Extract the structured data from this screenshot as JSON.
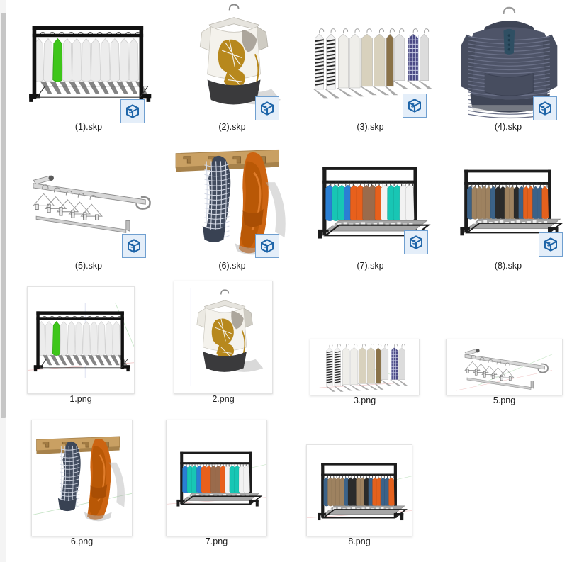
{
  "window": {
    "background": "#ffffff",
    "view_mode": "large-icons"
  },
  "scrollbar": {
    "orientation": "vertical",
    "position": "left",
    "track_color": "#f4f4f4",
    "thumb_color": "#c6c6c6"
  },
  "badge": {
    "name": "sketchup-file-type-badge",
    "fill": "#1d64a8",
    "bg": "#e4eef9",
    "border": "#6f9fd0"
  },
  "items": [
    {
      "label": "(1).skp",
      "type": "skp",
      "has_badge": true,
      "scene": "clothing-rack-white-garments-green-accent",
      "colors": {
        "frame": "#161616",
        "garment": "#e9e9e9",
        "accent": "#3ec61a",
        "shadow": "#6e6e6e"
      }
    },
    {
      "label": "(2).skp",
      "type": "skp",
      "has_badge": true,
      "scene": "hanging-tshirt-gold-leaf-print",
      "colors": {
        "fabric": "#f4f2ec",
        "print": "#b7881d",
        "hem": "#3a3a3c",
        "shadow": "#9b9b9b"
      }
    },
    {
      "label": "(3).skp",
      "type": "skp",
      "has_badge": true,
      "scene": "row-of-hanging-shirts-assorted",
      "colors": {
        "stripe": "#2b2b2b",
        "beige": "#cfc4ad",
        "plaid": "#4b4a86",
        "grey": "#d9d9d9"
      }
    },
    {
      "label": "(4).skp",
      "type": "skp",
      "has_badge": true,
      "scene": "navy-striped-hoodie-on-hanger",
      "colors": {
        "body": "#4e5468",
        "placket": "#2f4f63",
        "hanger": "#c9c9c9"
      }
    },
    {
      "label": "(5).skp",
      "type": "skp",
      "has_badge": true,
      "scene": "wall-rail-with-empty-clip-hangers",
      "colors": {
        "rail": "#c4c4c4",
        "hanger": "#e8e8e8",
        "outline": "#8b8b8b"
      }
    },
    {
      "label": "(6).skp",
      "type": "skp",
      "has_badge": true,
      "scene": "wall-hook-board-with-plaid-shirt-and-orange-coat",
      "colors": {
        "board": "#c9a063",
        "plaid": "#3d4759",
        "coat": "#cc6411",
        "shadow": "#b0b0b0"
      }
    },
    {
      "label": "(7).skp",
      "type": "skp",
      "has_badge": true,
      "scene": "garment-rack-colored-tshirts",
      "colors": {
        "frame": "#1c1c1c",
        "teal": "#18c6b4",
        "blue": "#2a7fd4",
        "orange": "#e8601c",
        "brown": "#9a6b4c",
        "white": "#f2f2f2"
      }
    },
    {
      "label": "(8).skp",
      "type": "skp",
      "has_badge": true,
      "scene": "garment-rack-jackets-brown-blue-orange",
      "colors": {
        "frame": "#1c1c1c",
        "brown": "#9e8260",
        "navy": "#3b6288",
        "orange": "#e4611d",
        "black": "#2b2b2b"
      }
    },
    {
      "label": "1.png",
      "type": "png",
      "has_badge": false,
      "scene": "clothing-rack-white-garments-green-accent",
      "colors": {
        "frame": "#161616",
        "garment": "#e9e9e9",
        "accent": "#3ec61a",
        "axis_red": "#e8a9a9",
        "axis_green": "#a9d8a9"
      }
    },
    {
      "label": "2.png",
      "type": "png",
      "has_badge": false,
      "scene": "hanging-tshirt-gold-leaf-print",
      "colors": {
        "fabric": "#f4f2ec",
        "print": "#b7881d",
        "hem": "#3a3a3c",
        "axis_blue": "#9aa6d8"
      }
    },
    {
      "label": "3.png",
      "type": "png",
      "has_badge": false,
      "scene": "row-of-hanging-shirts-assorted",
      "colors": {
        "stripe": "#2b2b2b",
        "beige": "#cfc4ad",
        "plaid": "#4b4a86",
        "grey": "#d9d9d9"
      }
    },
    {
      "label": "5.png",
      "type": "png",
      "has_badge": false,
      "scene": "wall-rail-with-empty-clip-hangers",
      "colors": {
        "rail": "#8f8f8f",
        "hanger": "#ffffff",
        "axis_green": "#a9d8a9",
        "axis_red": "#e8a9a9"
      }
    },
    {
      "label": "6.png",
      "type": "png",
      "has_badge": false,
      "scene": "wall-hook-board-with-plaid-shirt-and-orange-coat",
      "colors": {
        "board": "#c9a063",
        "plaid": "#3d4759",
        "coat": "#cc6411"
      }
    },
    {
      "label": "7.png",
      "type": "png",
      "has_badge": false,
      "scene": "garment-rack-colored-tshirts",
      "colors": {
        "frame": "#1c1c1c",
        "teal": "#18c6b4",
        "blue": "#2a7fd4",
        "orange": "#e8601c",
        "brown": "#9a6b4c",
        "white": "#f2f2f2"
      }
    },
    {
      "label": "8.png",
      "type": "png",
      "has_badge": false,
      "scene": "garment-rack-jackets-brown-blue-orange",
      "colors": {
        "frame": "#1c1c1c",
        "brown": "#9e8260",
        "navy": "#3b6288",
        "orange": "#e4611d",
        "black": "#2b2b2b"
      }
    }
  ]
}
